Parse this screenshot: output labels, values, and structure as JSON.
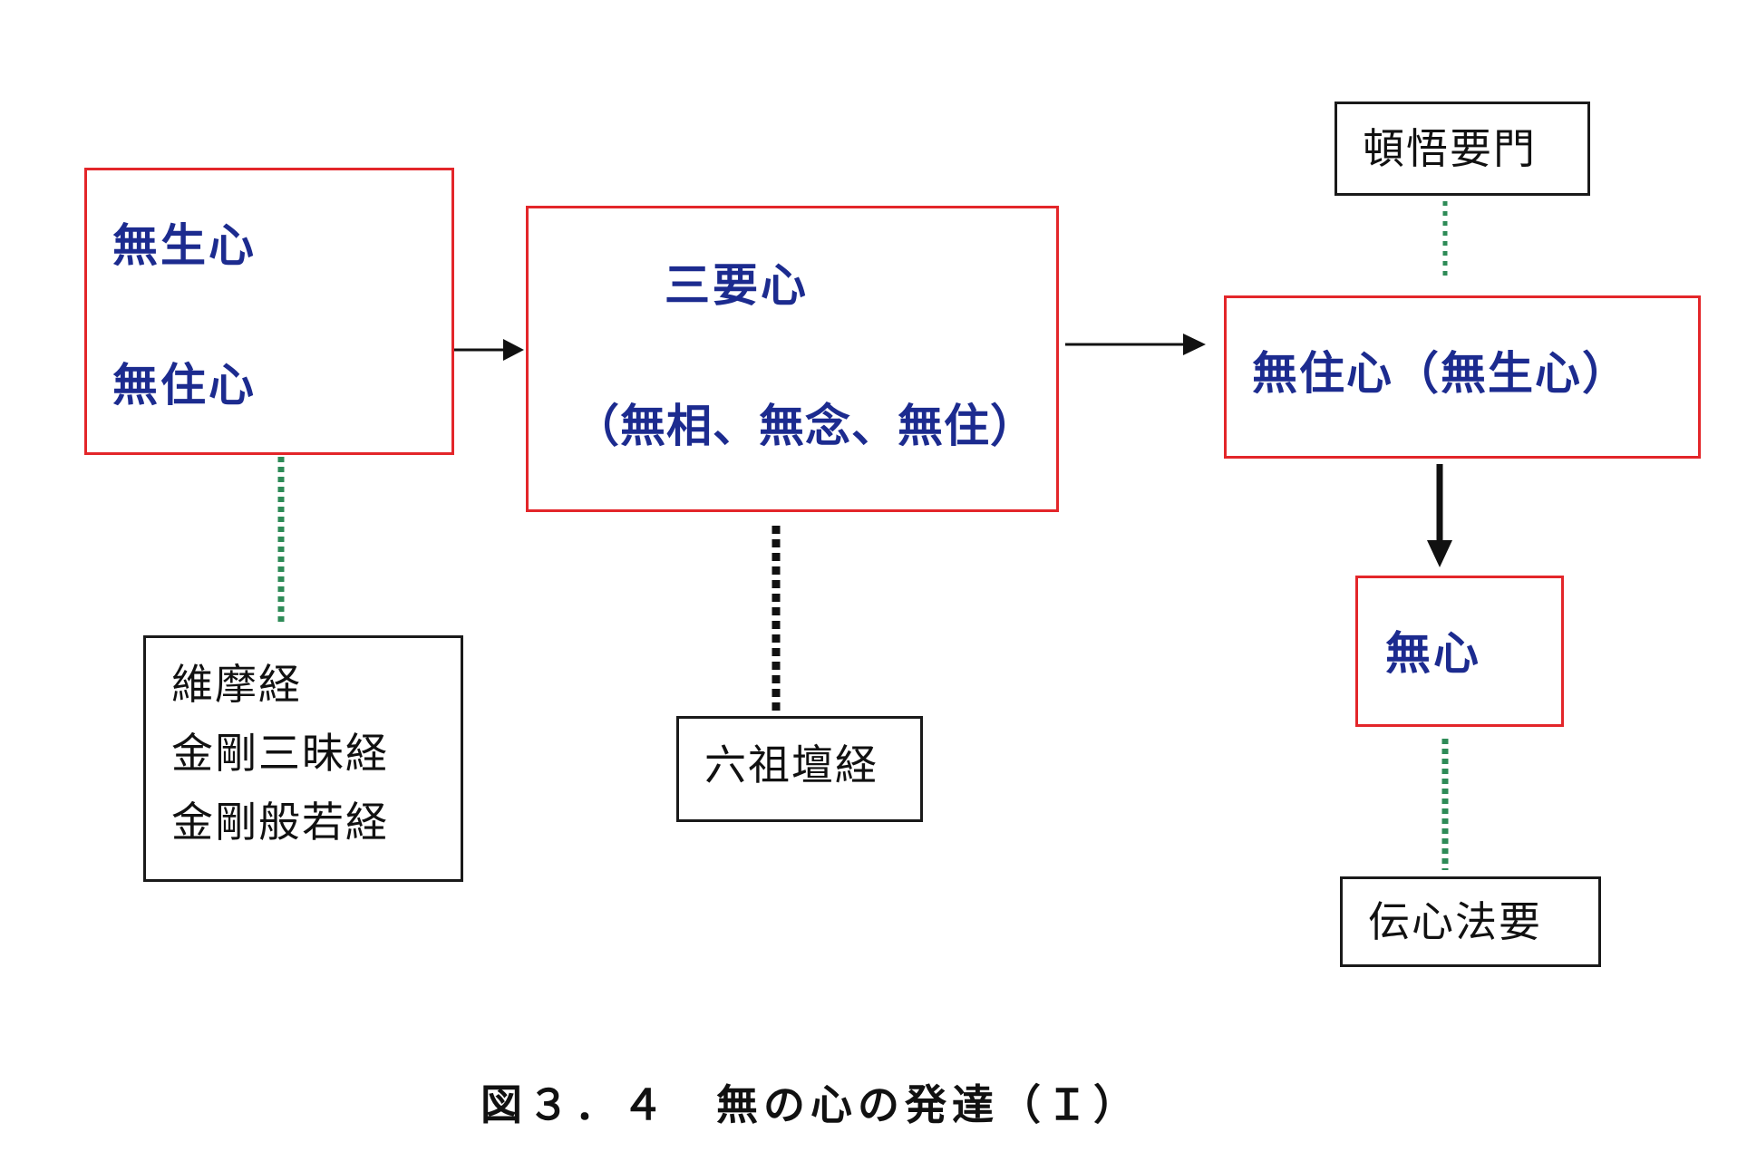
{
  "box1": {
    "line1": "無生心",
    "line2": "無住心"
  },
  "box2": {
    "line1": "三要心",
    "line2": "（無相、無念、無住）"
  },
  "box3": {
    "text": "無住心（無生心）"
  },
  "box4": {
    "text": "無心"
  },
  "source1": {
    "lines": [
      "維摩経",
      "金剛三昧経",
      "金剛般若経"
    ]
  },
  "source2": {
    "text": "六祖壇経"
  },
  "source3": {
    "text": "頓悟要門"
  },
  "source4": {
    "text": "伝心法要"
  },
  "caption": {
    "text": "図３．４　無の心の発達（Ｉ）"
  },
  "colors": {
    "concept_border": "#e3262a",
    "concept_text": "#1c2b8f",
    "source_border": "#1a1a1a",
    "dotted_green": "#2e8b57",
    "dotted_black": "#111111"
  }
}
